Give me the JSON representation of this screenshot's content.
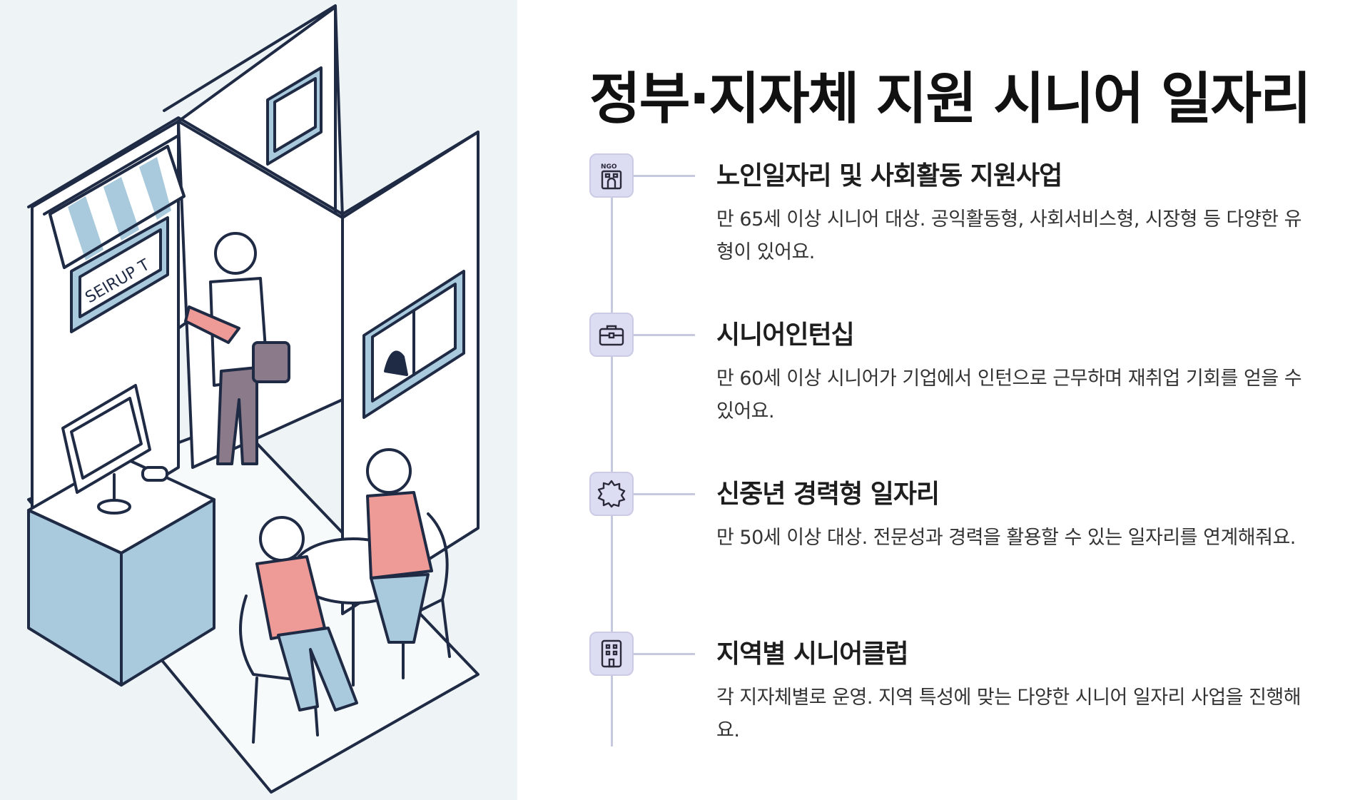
{
  "illustration": {
    "sign_text": "SEIRUP T"
  },
  "title": "정부·지자체 지원 시니어 일자리",
  "items": [
    {
      "icon": "ngo-building-icon",
      "title": "노인일자리 및 사회활동 지원사업",
      "desc": "만 65세 이상 시니어 대상. 공익활동형, 사회서비스형, 시장형 등 다양한 유형이 있어요."
    },
    {
      "icon": "briefcase-icon",
      "title": "시니어인턴십",
      "desc": "만 60세 이상 시니어가 기업에서 인턴으로 근무하며 재취업 기회를 얻을 수 있어요."
    },
    {
      "icon": "badge-icon",
      "title": "신중년 경력형 일자리",
      "desc": "만 50세 이상 대상. 전문성과 경력을 활용할 수 있는 일자리를 연계해줘요."
    },
    {
      "icon": "office-building-icon",
      "title": "지역별 시니어클럽",
      "desc": "각 지자체별로 운영. 지역 특성에 맞는 다양한 시니어 일자리 사업을 진행해요."
    }
  ],
  "colors": {
    "illustration_bg": "#eef4f5",
    "accent_blue": "#a9c9dc",
    "accent_pink": "#ee9a96",
    "line_navy": "#1f2a44",
    "icon_bg": "#dcdcf2",
    "timeline": "#c7c9de"
  }
}
